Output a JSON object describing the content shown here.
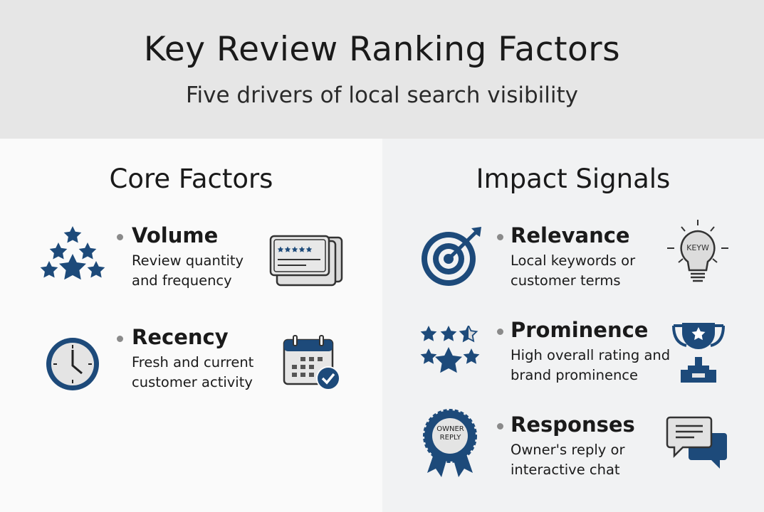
{
  "header": {
    "title": "Key Review Ranking Factors",
    "subtitle": "Five drivers of local search visibility"
  },
  "colors": {
    "navy": "#1d4a7a",
    "header_bg": "#e6e6e6"
  },
  "core": {
    "heading": "Core Factors",
    "items": [
      {
        "name": "Volume",
        "line1": "Review quantity",
        "line2": "and frequency",
        "icon": "star-cluster-icon",
        "icon2": "review-cards-icon"
      },
      {
        "name": "Recency",
        "line1": "Fresh and current",
        "line2": "customer activity",
        "icon": "clock-icon",
        "icon2": "calendar-check-icon"
      }
    ]
  },
  "impact": {
    "heading": "Impact Signals",
    "items": [
      {
        "name": "Relevance",
        "line1": "Local keywords or",
        "line2": "customer terms",
        "icon": "target-icon",
        "icon2": "lightbulb-icon",
        "badge": "KEYW"
      },
      {
        "name": "Prominence",
        "line1": "High overall rating and",
        "line2": "brand prominence",
        "icon": "stars-rating-icon",
        "icon2": "trophy-icon"
      },
      {
        "name": "Responses",
        "line1": "Owner's reply or",
        "line2": "interactive chat",
        "icon": "rosette-icon",
        "icon2": "chat-bubbles-icon",
        "badge_line1": "OWNER",
        "badge_line2": "REPLY"
      }
    ]
  }
}
